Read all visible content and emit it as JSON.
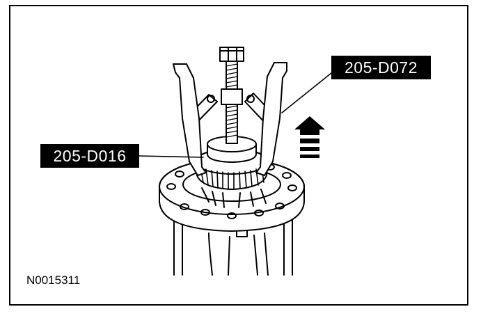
{
  "figure": {
    "callouts": {
      "puller": "205-D072",
      "bearing_adapter": "205-D016"
    },
    "figure_id": "N0015311",
    "arrow_direction": "up",
    "colors": {
      "ink": "#000000",
      "paper": "#ffffff"
    },
    "icons": [
      "upward-arrow-icon"
    ]
  }
}
